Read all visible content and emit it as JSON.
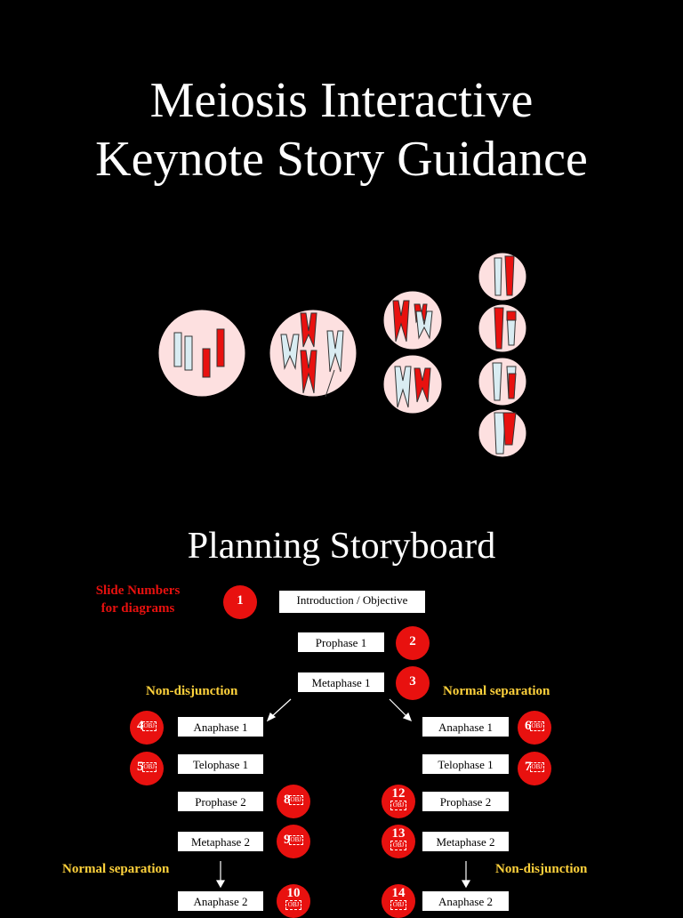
{
  "title_line1": "Meiosis Interactive",
  "title_line2": "Keynote Story Guidance",
  "subtitle": "Planning Storyboard",
  "legend": {
    "line1": "Slide Numbers",
    "line2": "for diagrams"
  },
  "labels": {
    "left_top": "Non-disjunction",
    "right_top": "Normal separation",
    "left_bottom": "Normal separation",
    "right_bottom": "Non-disjunction"
  },
  "obj": "OBJ",
  "boxes": {
    "intro": "Introduction / Objective",
    "prophase1": "Prophase 1",
    "metaphase1": "Metaphase 1",
    "l_anaphase1": "Anaphase 1",
    "l_telophase1": "Telophase 1",
    "l_prophase2": "Prophase 2",
    "l_metaphase2": "Metaphase 2",
    "l_anaphase2": "Anaphase 2",
    "r_anaphase1": "Anaphase 1",
    "r_telophase1": "Telophase 1",
    "r_prophase2": "Prophase 2",
    "r_metaphase2": "Metaphase 2",
    "r_anaphase2": "Anaphase 2"
  },
  "numbers": {
    "n1": "1",
    "n2": "2",
    "n3": "3",
    "n4": "4",
    "n5": "5",
    "n6": "6",
    "n7": "7",
    "n8": "8",
    "n9": "9",
    "n10": "10",
    "n12": "12",
    "n13": "13",
    "n14": "14"
  },
  "colors": {
    "cell": "#fde0e0",
    "red": "#e8110f",
    "chromosome_blue": "#d9ecf2",
    "label_yellow": "#ffd23c"
  }
}
